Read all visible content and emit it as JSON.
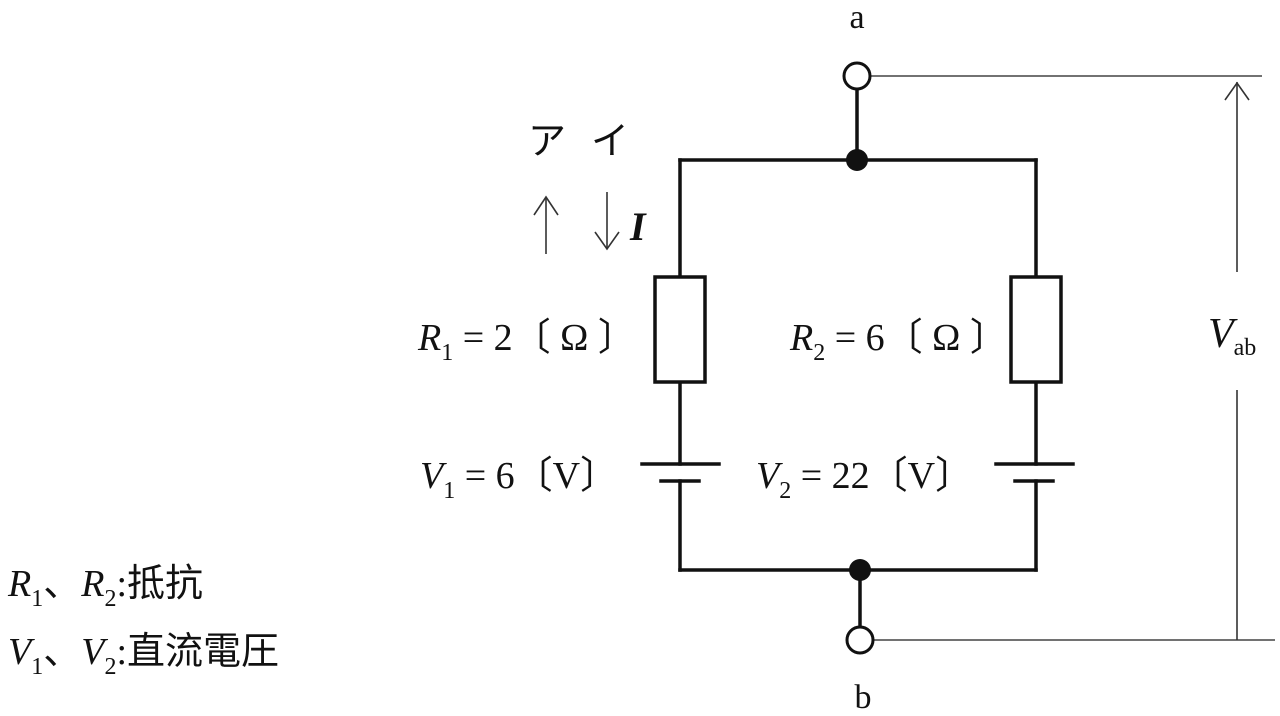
{
  "circuit": {
    "terminals": {
      "a": "a",
      "b": "b"
    },
    "current_choices": {
      "up_label": "ア",
      "down_label": "イ"
    },
    "current": {
      "symbol": "I"
    },
    "R1": {
      "symbol": "R",
      "sub": "1",
      "eq": " = 2",
      "unit_open": "〔",
      "unit": " Ω ",
      "unit_close": "〕"
    },
    "R2": {
      "symbol": "R",
      "sub": "2",
      "eq": " = 6",
      "unit_open": "〔",
      "unit": " Ω ",
      "unit_close": "〕"
    },
    "V1": {
      "symbol": "V",
      "sub": "1",
      "eq": " = 6",
      "unit_open": "〔",
      "unit": "V",
      "unit_close": "〕"
    },
    "V2": {
      "symbol": "V",
      "sub": "2",
      "eq": " = 22",
      "unit_open": "〔",
      "unit": "V",
      "unit_close": "〕"
    },
    "Vab": {
      "symbol": "V",
      "sub": "ab"
    }
  },
  "legend": {
    "line1": {
      "a": "R",
      "a_sub": "1",
      "sep": "、",
      "b": "R",
      "b_sub": "2",
      "colon": ":",
      "desc": "抵抗"
    },
    "line2": {
      "a": "V",
      "a_sub": "1",
      "sep": "、",
      "b": "V",
      "b_sub": "2",
      "colon": ":",
      "desc": "直流電圧"
    }
  },
  "colors": {
    "ink": "#111111",
    "guide": "#444444",
    "background": "#ffffff"
  }
}
